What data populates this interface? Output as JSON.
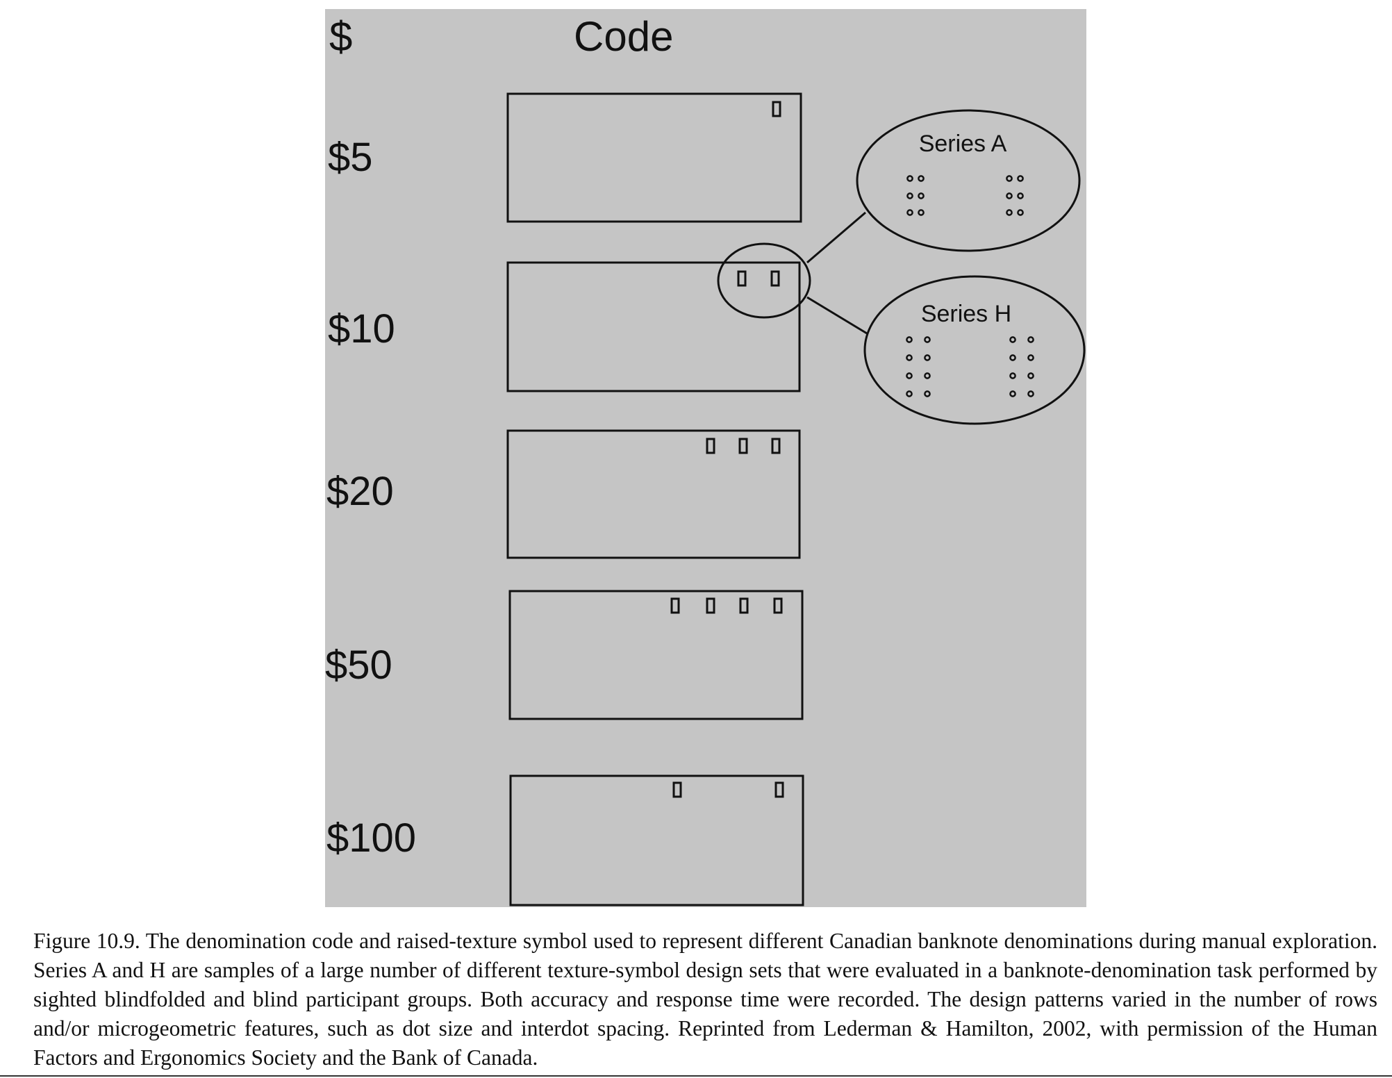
{
  "figure": {
    "header_dollar": "$",
    "header_code": "Code",
    "denominations": [
      {
        "label": "$5",
        "marks": 1
      },
      {
        "label": "$10",
        "marks": 2
      },
      {
        "label": "$20",
        "marks": 3
      },
      {
        "label": "$50",
        "marks": 4
      },
      {
        "label": "$100",
        "marks": 2,
        "pattern": "spread"
      }
    ],
    "callouts": [
      {
        "label": "Series A",
        "dot_rows_per_column": 3
      },
      {
        "label": "Series H",
        "dot_rows_per_column": 4
      }
    ]
  },
  "caption": "Figure 10.9. The denomination code and raised-texture symbol used to represent different Canadian banknote denominations during manual exploration. Series A and H are samples of a large number of different texture-symbol design sets that were evaluated in a banknote-denomination task performed by sighted blindfolded and blind participant groups. Both accuracy and response time were recorded. The design patterns varied in the number of rows and/or microgeometric features, such as dot size and interdot spacing. Reprinted from Lederman & Hamilton, 2002, with permission of the Human Factors and Ergonomics Society and the Bank of Canada."
}
